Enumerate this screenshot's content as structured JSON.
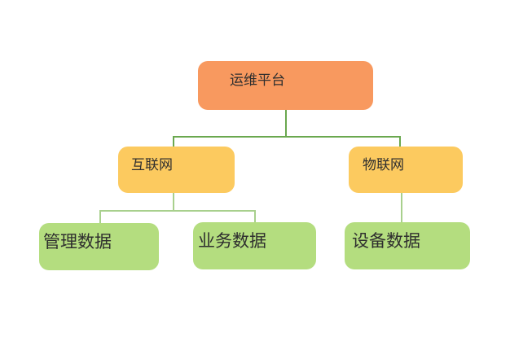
{
  "diagram": {
    "type": "tree",
    "nodes": {
      "root": {
        "label": "运维平台",
        "level": 1
      },
      "internet": {
        "label": "互联网",
        "level": 2
      },
      "iot": {
        "label": "物联网",
        "level": 2
      },
      "management_data": {
        "label": "管理数据",
        "level": 3
      },
      "business_data": {
        "label": "业务数据",
        "level": 3
      },
      "device_data": {
        "label": "设备数据",
        "level": 3
      }
    },
    "edges": [
      {
        "from": "运维平台",
        "to": "互联网"
      },
      {
        "from": "运维平台",
        "to": "物联网"
      },
      {
        "from": "互联网",
        "to": "管理数据"
      },
      {
        "from": "互联网",
        "to": "业务数据"
      },
      {
        "from": "物联网",
        "to": "设备数据"
      }
    ],
    "colors": {
      "root_fill": "#f8995f",
      "level2_fill": "#fcca5f",
      "level3_fill": "#b4dd7f",
      "level1_connector": "#6aa84f",
      "level2_connector": "#a8d08d",
      "text": "#2f2f2f",
      "background": "#ffffff"
    }
  }
}
